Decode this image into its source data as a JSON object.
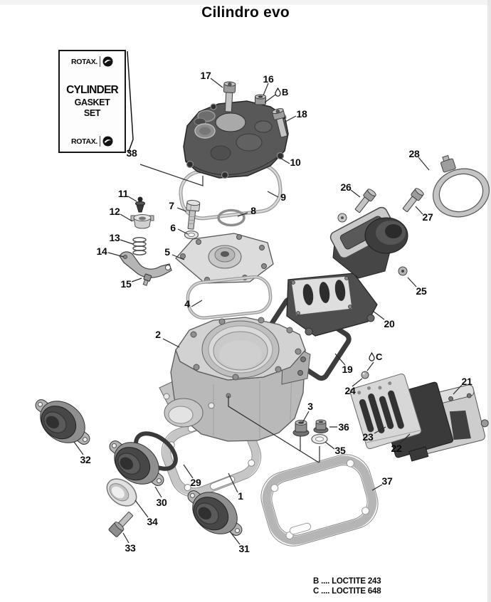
{
  "title": "Cilindro evo",
  "gasket_set_label": {
    "brand_top": "ROTAX.",
    "product_line1": "CYLINDER",
    "product_line2": "GASKET",
    "product_line3": "SET",
    "brand_bottom": "ROTAX."
  },
  "callouts": {
    "c1": "1",
    "c2": "2",
    "c3": "3",
    "c4": "4",
    "c5": "5",
    "c6": "6",
    "c7": "7",
    "c8": "8",
    "c9": "9",
    "c10": "10",
    "c11": "11",
    "c12": "12",
    "c13": "13",
    "c14": "14",
    "c15": "15",
    "c16": "16",
    "c17": "17",
    "c18": "18",
    "c19": "19",
    "c20": "20",
    "c21": "21",
    "c22": "22",
    "c23": "23",
    "c24": "24",
    "c25": "25",
    "c26": "26",
    "c27": "27",
    "c28": "28",
    "c29": "29",
    "c30": "30",
    "c31": "31",
    "c32": "32",
    "c33": "33",
    "c34": "34",
    "c35": "35",
    "c36": "36",
    "c37": "37",
    "c38": "38"
  },
  "adhesive_marks": {
    "b": "B",
    "c": "C"
  },
  "legend": {
    "b": "B .... LOCTITE 243",
    "c": "C .... LOCTITE 648"
  },
  "colors": {
    "background": "#ffffff",
    "ink": "#111111",
    "part_dark": "#4a4a4a",
    "part_light": "#d6d6d6",
    "gasket_dark": "#3c3c3c",
    "metal_mid": "#b9b9b9"
  }
}
